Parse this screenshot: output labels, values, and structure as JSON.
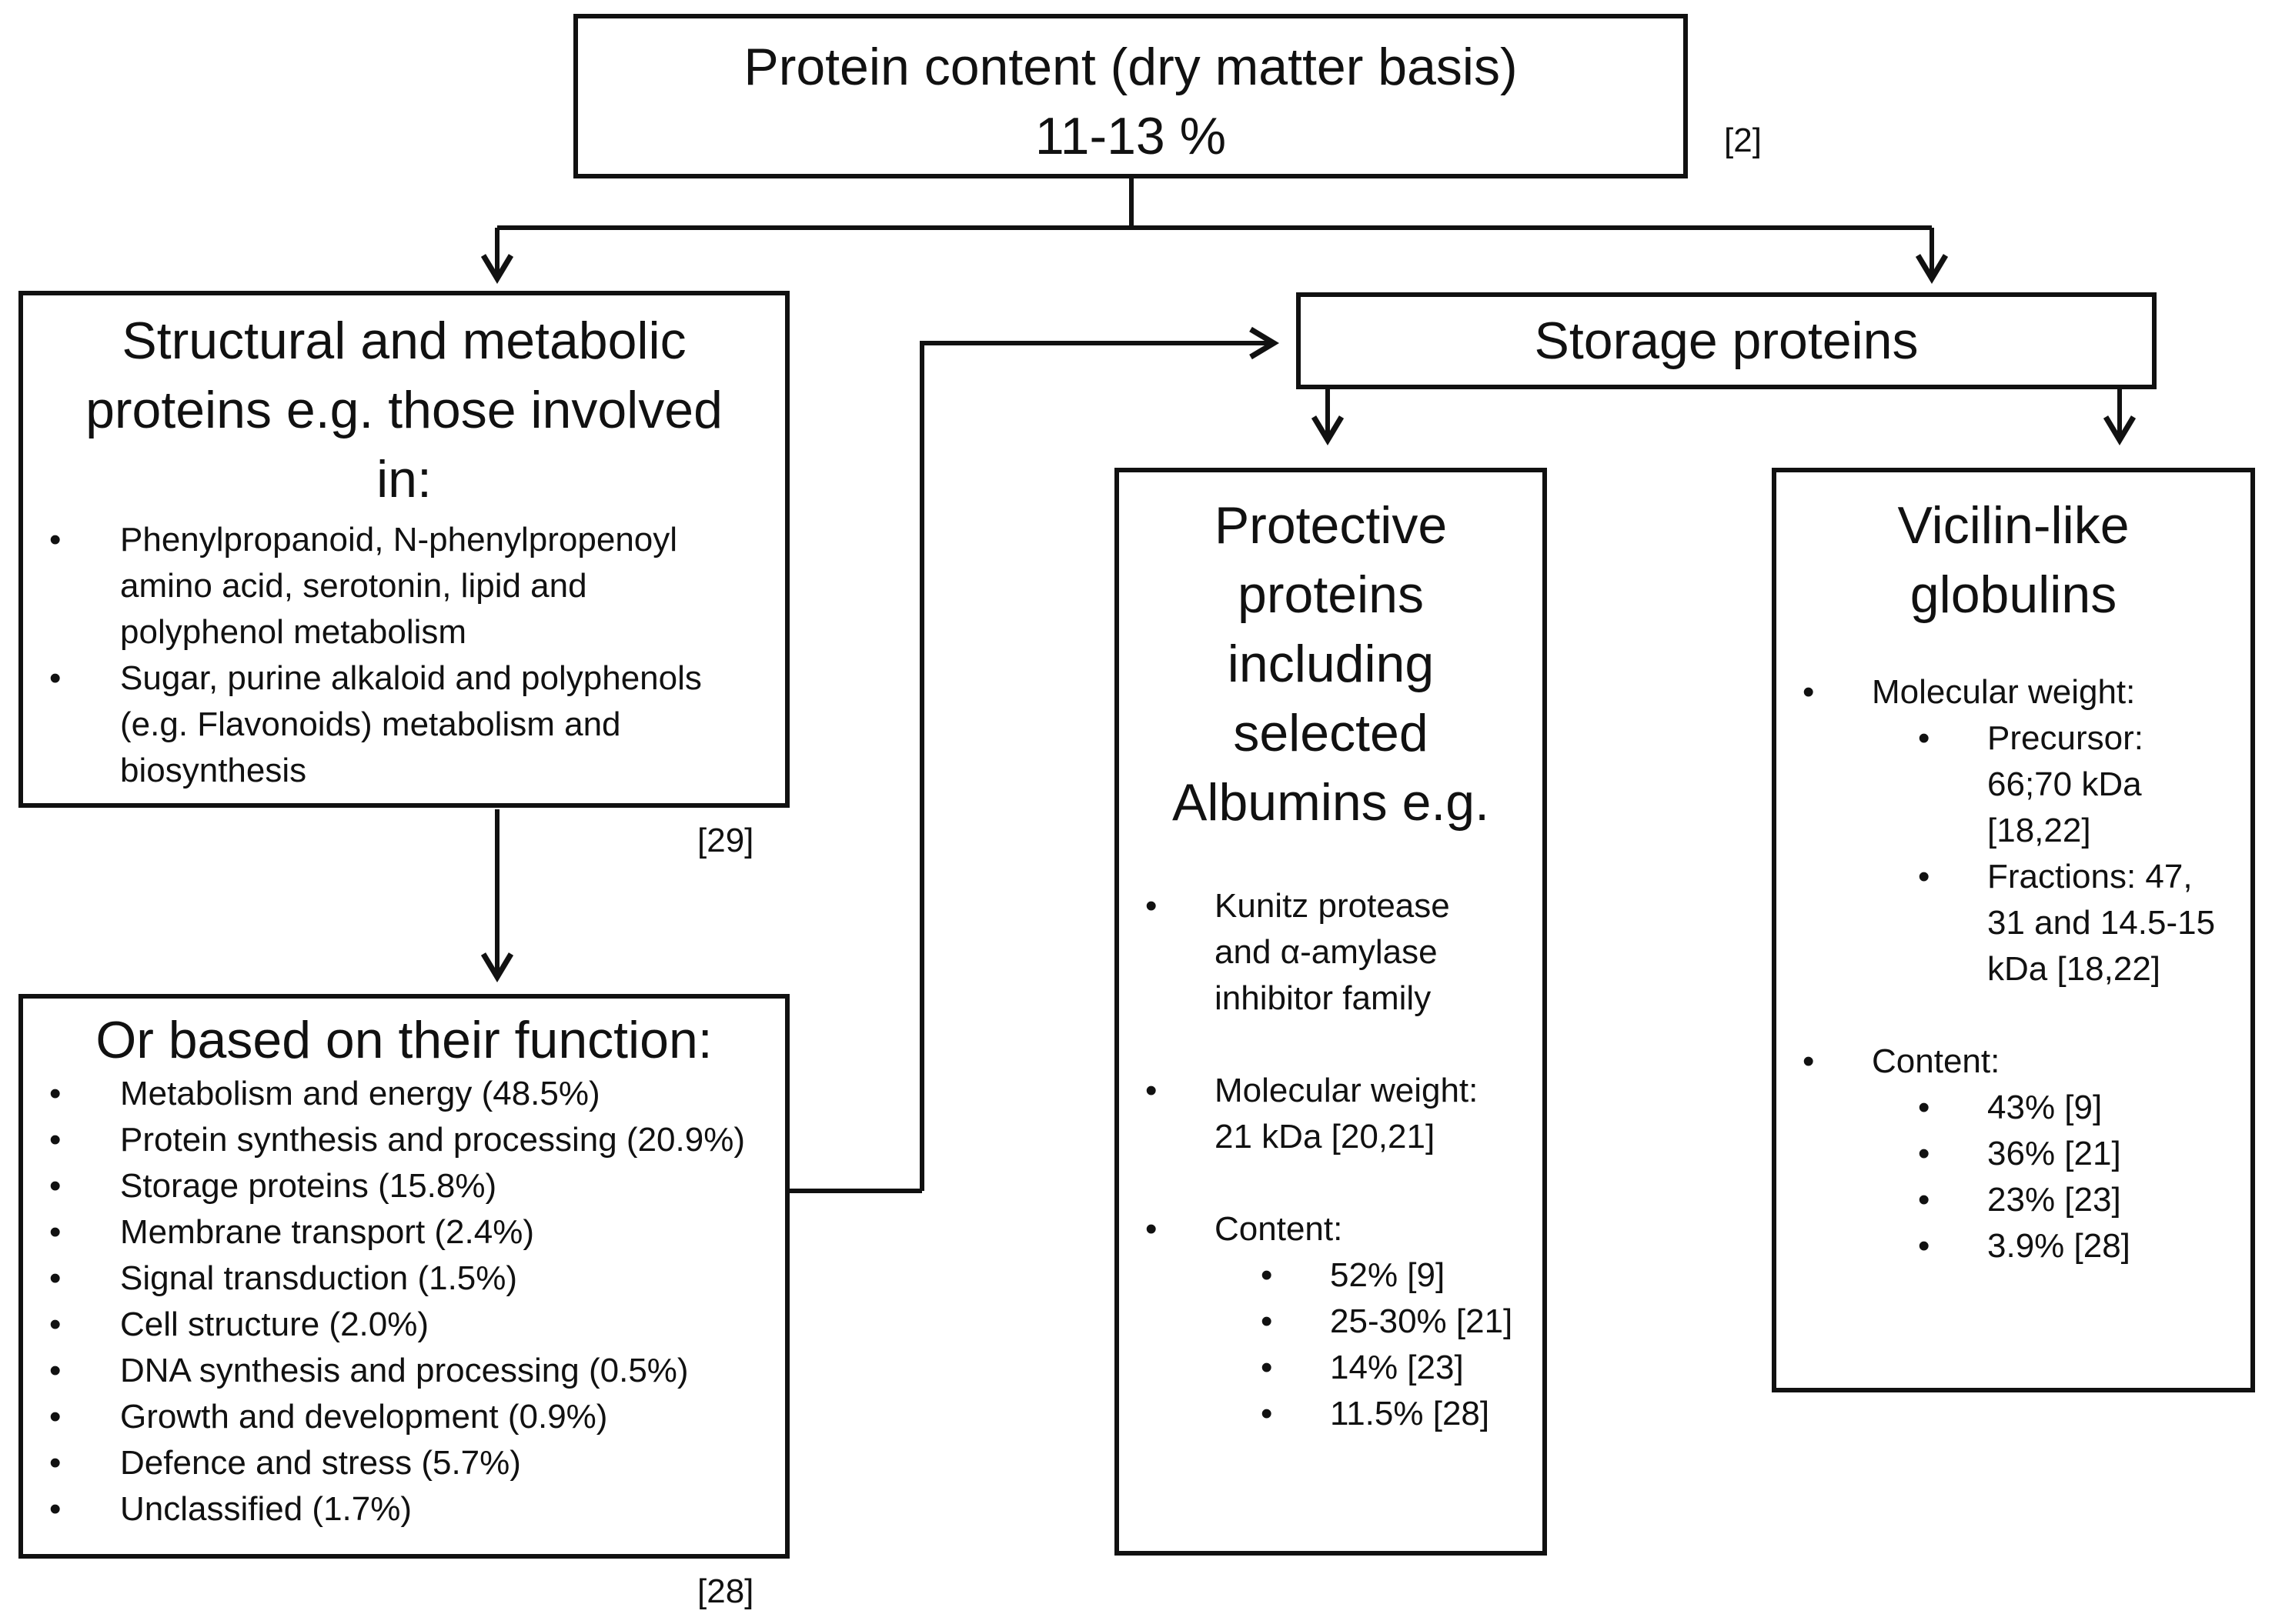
{
  "top": {
    "title": "Protein content (dry matter basis)",
    "value": "11-13 %",
    "ref": "[2]"
  },
  "structural": {
    "title": "Structural and metabolic proteins e.g. those involved in:",
    "items": [
      "Phenylpropanoid, N-phenylpropenoyl amino acid, serotonin, lipid and polyphenol metabolism",
      "Sugar, purine alkaloid and polyphenols (e.g. Flavonoids) metabolism and biosynthesis"
    ],
    "ref": "[29]"
  },
  "function": {
    "title": "Or based on their function:",
    "items": [
      "Metabolism and energy (48.5%)",
      "Protein synthesis and processing (20.9%)",
      "Storage proteins (15.8%)",
      "Membrane transport (2.4%)",
      "Signal transduction (1.5%)",
      "Cell structure (2.0%)",
      "DNA synthesis and processing (0.5%)",
      "Growth and development (0.9%)",
      "Defence and stress (5.7%)",
      "Unclassified (1.7%)"
    ],
    "ref": "[28]"
  },
  "storage": {
    "title": "Storage proteins"
  },
  "protective": {
    "title": "Protective proteins including selected Albumins e.g.",
    "family": "Kunitz protease and α-amylase inhibitor family",
    "mw": "Molecular weight: 21 kDa [20,21]",
    "content_label": "Content:",
    "content": [
      "52% [9]",
      "25-30% [21]",
      "14% [23]",
      "11.5% [28]"
    ]
  },
  "vicilin": {
    "title": "Vicilin-like globulins",
    "mw_label": "Molecular weight:",
    "precursor": "Precursor: 66;70 kDa [18,22]",
    "fractions": "Fractions: 47, 31 and 14.5-15 kDa [18,22]",
    "content_label": "Content:",
    "content": [
      "43% [9]",
      "36% [21]",
      "23% [23]",
      "3.9% [28]"
    ]
  }
}
